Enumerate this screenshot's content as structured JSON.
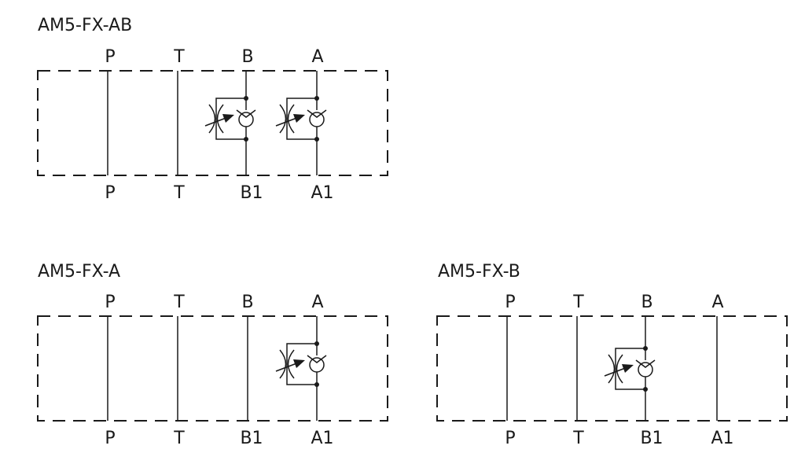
{
  "diagrams": [
    {
      "title": "AM5-FX-AB",
      "top_ports": [
        "P",
        "T",
        "B",
        "A"
      ],
      "bottom_ports": [
        "P",
        "T",
        "B1",
        "A1"
      ],
      "valves_on": [
        "B",
        "A"
      ]
    },
    {
      "title": "AM5-FX-A",
      "top_ports": [
        "P",
        "T",
        "B",
        "A"
      ],
      "bottom_ports": [
        "P",
        "T",
        "B1",
        "A1"
      ],
      "valves_on": [
        "A"
      ]
    },
    {
      "title": "AM5-FX-B",
      "top_ports": [
        "P",
        "T",
        "B",
        "A"
      ],
      "bottom_ports": [
        "P",
        "T",
        "B1",
        "A1"
      ],
      "valves_on": [
        "B"
      ]
    }
  ]
}
